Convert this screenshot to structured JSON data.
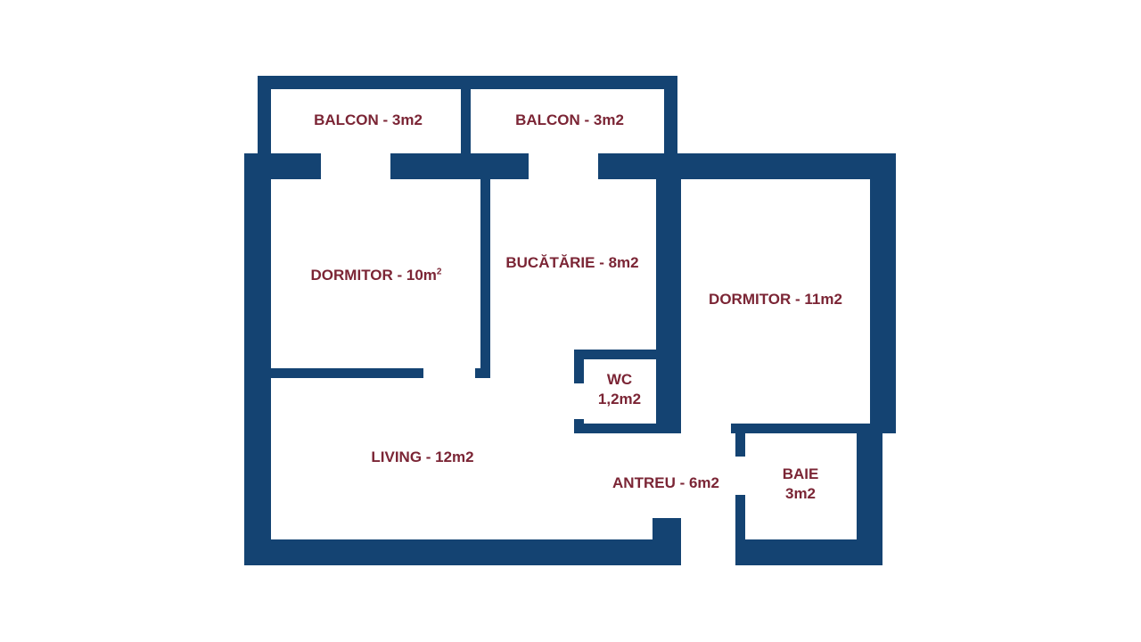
{
  "colors": {
    "wall": "#144372",
    "label": "#7b2535",
    "background": "#ffffff"
  },
  "rooms": {
    "balcon_left": {
      "name": "BALCON - 3m2"
    },
    "balcon_right": {
      "name": "BALCON - 3m2"
    },
    "dormitor_left": {
      "name": "DORMITOR - 10m",
      "sup": "2"
    },
    "bucatarie": {
      "name": "BUCĂTĂRIE - 8m2"
    },
    "dormitor_right": {
      "name": "DORMITOR - 11m2"
    },
    "wc": {
      "name": "WC",
      "area": "1,2m2"
    },
    "living": {
      "name": "LIVING - 12m2"
    },
    "antreu": {
      "name": "ANTREU - 6m2"
    },
    "baie": {
      "name": "BAIE",
      "area": "3m2"
    }
  }
}
